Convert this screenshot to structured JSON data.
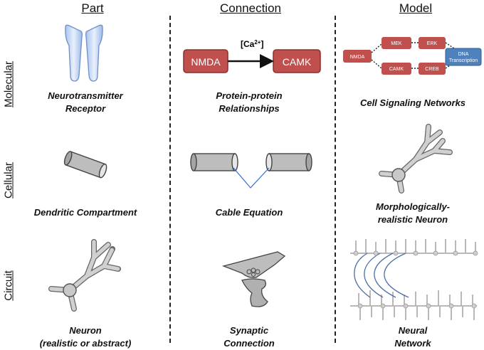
{
  "columns": {
    "part": "Part",
    "connection": "Connection",
    "model": "Model"
  },
  "rows": {
    "molecular": "Molecular",
    "cellular": "Cellular",
    "circuit": "Circuit"
  },
  "captions": {
    "receptor": [
      "Neurotransmitter",
      "Receptor"
    ],
    "protein": [
      "Protein-protein",
      "Relationships"
    ],
    "signaling": [
      "Cell Signaling Networks"
    ],
    "compartment": [
      "Dendritic Compartment"
    ],
    "cable": [
      "Cable Equation"
    ],
    "morph": [
      "Morphologically-",
      "realistic Neuron"
    ],
    "neuron": [
      "Neuron",
      "(realistic or abstract)"
    ],
    "synaptic": [
      "Synaptic",
      "Connection"
    ],
    "network": [
      "Neural",
      "Network"
    ]
  },
  "connection_boxes": {
    "left": "NMDA",
    "right": "CAMK",
    "ion_label": "[Ca",
    "ion_sup": "2+",
    "ion_close": "]"
  },
  "network_model": {
    "nmda": "NMDA",
    "mek": "MEK",
    "erk": "ERK",
    "camk": "CAMK",
    "creb": "CREB",
    "dna_line1": "DNA",
    "dna_line2": "Transcription"
  },
  "colors": {
    "red_box": "#c0504d",
    "blue_box": "#4f81bd",
    "receptor_fill": "#c9d9f5",
    "gray_fill": "#c8c8c8"
  }
}
